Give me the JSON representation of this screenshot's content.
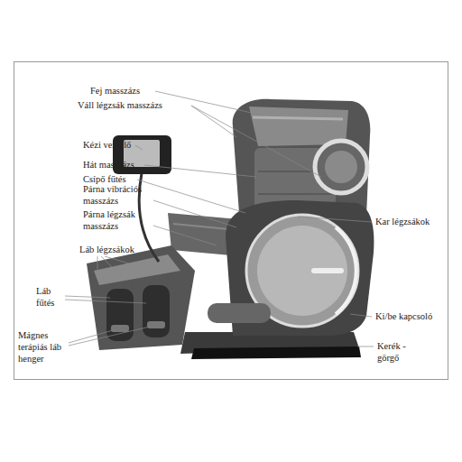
{
  "diagram": {
    "labels": [
      "Fej masszázs",
      "Váll légzsák masszázs",
      "Kézi vezérlő",
      "Hát masszázs",
      "Csípő fűtés",
      "Párna vibrációs masszázs",
      "Párna légzsák masszázs",
      "Láb légzsákok",
      "Láb fűtés",
      "Mágnes terápiás láb henger",
      "Kar légzsákok",
      "Ki/be kapcsoló",
      "Kerék - görgő"
    ]
  }
}
